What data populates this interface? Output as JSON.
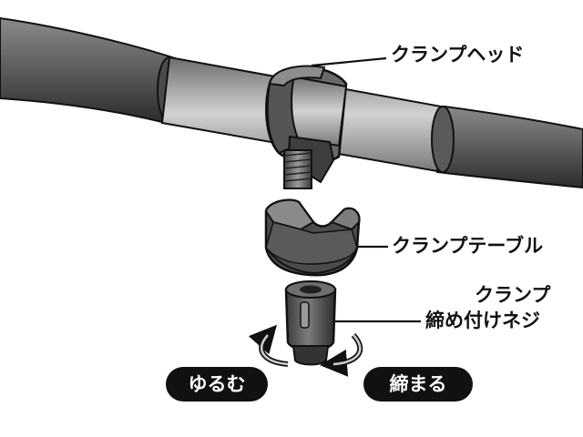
{
  "labels": {
    "clamp_head": "クランプヘッド",
    "clamp_table": "クランプテーブル",
    "clamp_screw_line1": "クランプ",
    "clamp_screw_line2": "締め付けネジ"
  },
  "directions": {
    "loosen": "ゆるむ",
    "tighten": "締まる"
  }
}
